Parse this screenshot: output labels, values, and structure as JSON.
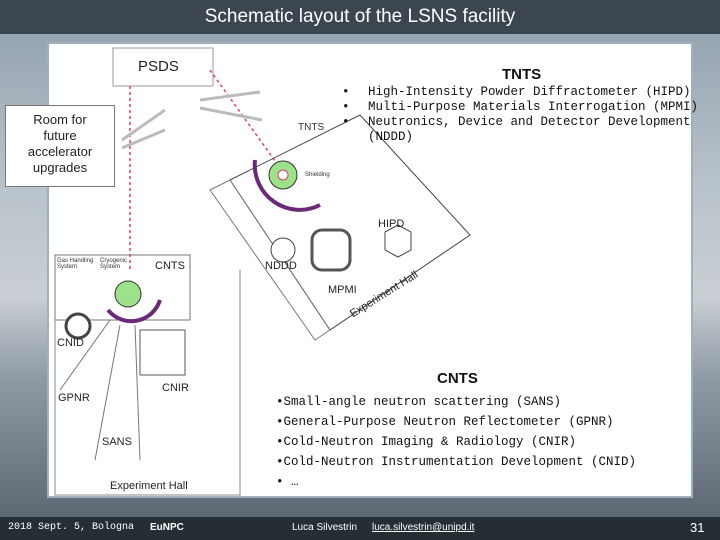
{
  "title": "Schematic layout of the LSNS facility",
  "labels": {
    "psds": "PSDS",
    "room": "Room for\nfuture\naccelerator\nupgrades",
    "tnts_heading": "TNTS",
    "cnts_heading": "CNTS",
    "tnts_small": "TNTS",
    "hipd": "HIPD",
    "nddd": "NDDD",
    "mpmi": "MPMI",
    "exp_hall_rot": "Experiment Hall",
    "cnts_small": "CNTS",
    "cnid": "CNID",
    "cnir": "CNIR",
    "gpnr": "GPNR",
    "sans": "SANS",
    "exp_hall": "Experiment Hall",
    "cryogenic": "Cryogenic System",
    "gas": "Gas Handling System",
    "shielding": "Shielding"
  },
  "tnts_items": [
    "High-Intensity Powder Diffractometer (HIPD)",
    "Multi-Purpose Materials Interrogation (MPMI)",
    "Neutronics, Device and Detector Development (NDDD)"
  ],
  "cnts_items": [
    "•Small-angle neutron scattering (SANS)",
    "•General-Purpose Neutron Reflectometer (GPNR)",
    "•Cold-Neutron Imaging & Radiology (CNIR)",
    "•Cold-Neutron Instrumentation Development (CNID)",
    "• …"
  ],
  "footer": {
    "date": "2018 Sept. 5, Bologna",
    "event": "EuNPC",
    "author": "Luca Silvestrin",
    "email": "luca.silvestrin@unipd.it",
    "page": "31"
  },
  "colors": {
    "beam": "#e34060",
    "moderator": "#6b2a78",
    "target": "#9be28a"
  }
}
